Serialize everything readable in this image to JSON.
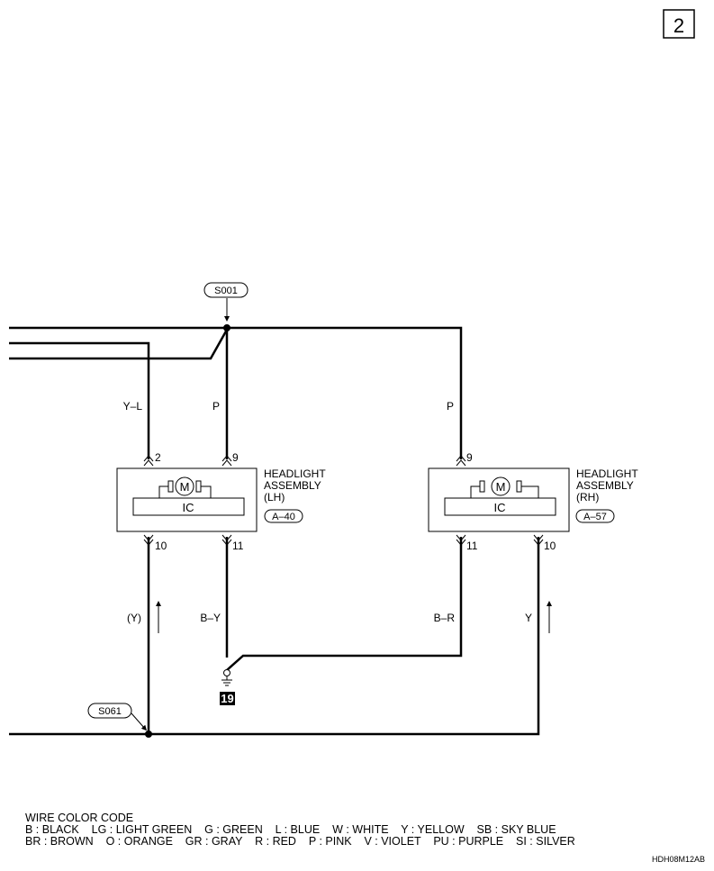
{
  "page_number": "2",
  "splices": {
    "top": "S001",
    "bottom": "S061"
  },
  "wires": {
    "yl": "Y–L",
    "p_left": "P",
    "p_right": "P",
    "y_paren": "(Y)",
    "by": "B–Y",
    "br": "B–R",
    "y": "Y"
  },
  "lh": {
    "title_line1": "HEADLIGHT",
    "title_line2": "ASSEMBLY",
    "title_line3": "(LH)",
    "connector": "A–40",
    "pin_top_a": "2",
    "pin_top_b": "9",
    "pin_bot_a": "10",
    "pin_bot_b": "11",
    "ic": "IC",
    "motor": "M"
  },
  "rh": {
    "title_line1": "HEADLIGHT",
    "title_line2": "ASSEMBLY",
    "title_line3": "(RH)",
    "connector": "A–57",
    "pin_top": "9",
    "pin_bot_a": "11",
    "pin_bot_b": "10",
    "ic": "IC",
    "motor": "M"
  },
  "ground_number": "19",
  "legend": {
    "title": "WIRE COLOR CODE",
    "line1": "B : BLACK    LG : LIGHT GREEN    G : GREEN    L : BLUE    W : WHITE    Y : YELLOW    SB : SKY BLUE",
    "line2": "BR : BROWN    O : ORANGE    GR : GRAY    R : RED    P : PINK    V : VIOLET    PU : PURPLE    SI : SILVER"
  },
  "reference_code": "HDH08M12AB"
}
